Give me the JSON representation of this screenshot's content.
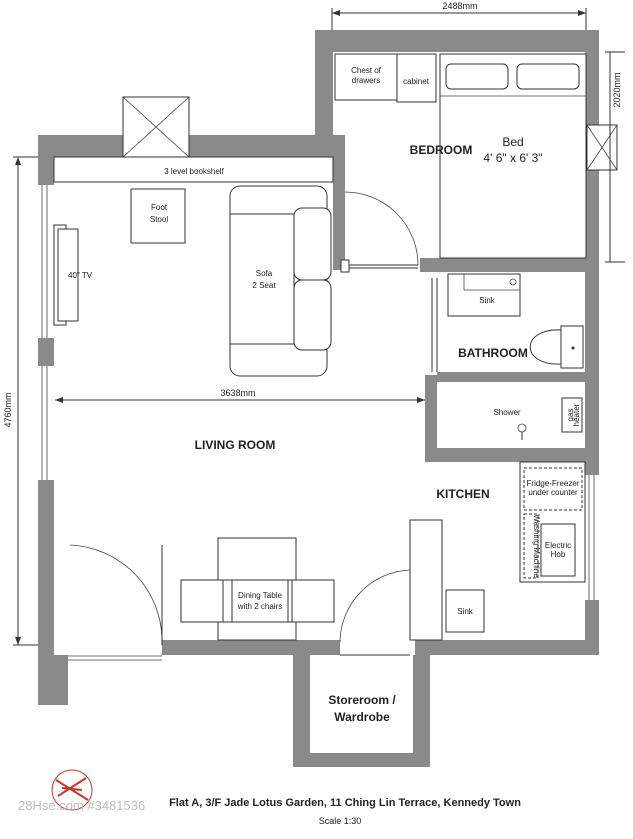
{
  "dimensions": {
    "top_width": "2488mm",
    "bedroom_height": "2020mm",
    "living_width": "3638mm",
    "total_height": "4760mm"
  },
  "rooms": {
    "bedroom": "BEDROOM",
    "bathroom": "BATHROOM",
    "living_room": "LIVING ROOM",
    "kitchen": "KITCHEN",
    "storeroom_line1": "Storeroom /",
    "storeroom_line2": "Wardrobe"
  },
  "furniture": {
    "chest_line1": "Chest of",
    "chest_line2": "drawers",
    "cabinet": "cabinet",
    "bed_line1": "Bed",
    "bed_line2": "4' 6\" x 6' 3\"",
    "bookshelf": "3 level bookshelf",
    "foot_stool_line1": "Foot",
    "foot_stool_line2": "Stool",
    "tv": "40\" TV",
    "sofa_line1": "Sofa",
    "sofa_line2": "2 Seat",
    "bath_sink": "Sink",
    "shower": "Shower",
    "gas_heater_line1": "gas",
    "gas_heater_line2": "heater",
    "fridge_line1": "Fridge-Freezer",
    "fridge_line2": "under counter",
    "washing_machine": "Washing Machine",
    "hob_line1": "Electric",
    "hob_line2": "Hob",
    "kitchen_sink": "Sink",
    "dining_line1": "Dining Table",
    "dining_line2": "with 2 chairs"
  },
  "footer": {
    "watermark": "28Hse.com #3481536",
    "title": "Flat A, 3/F Jade Lotus Garden, 11 Ching Lin Terrace, Kennedy Town",
    "scale": "Scale 1:30"
  }
}
